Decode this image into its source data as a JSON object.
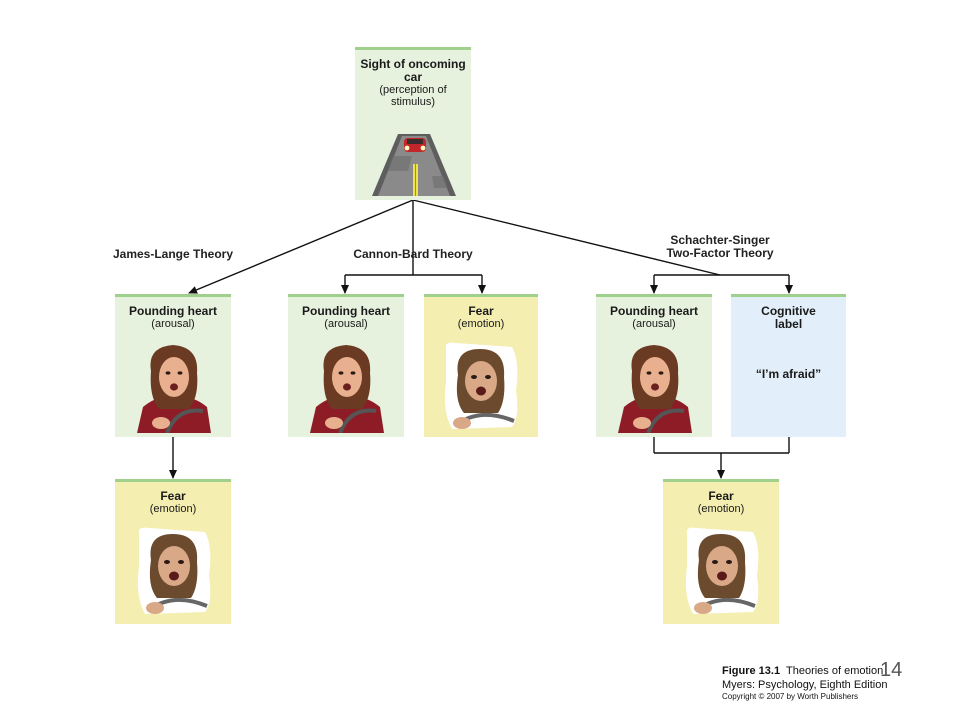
{
  "top_box": {
    "title_line1": "Sight of oncoming",
    "title_line2": "car",
    "sub_line1": "(perception of",
    "sub_line2": "stimulus)"
  },
  "theories": {
    "james_lange": "James-Lange Theory",
    "cannon_bard": "Cannon-Bard Theory",
    "schachter_line1": "Schachter-Singer",
    "schachter_line2": "Two-Factor Theory"
  },
  "arousal": {
    "title": "Pounding heart",
    "sub": "(arousal)"
  },
  "fear": {
    "title": "Fear",
    "sub": "(emotion)"
  },
  "cognitive": {
    "title_line1": "Cognitive",
    "title_line2": "label",
    "quote": "“I’m afraid”"
  },
  "caption": {
    "figure_label": "Figure 13.1",
    "figure_text": "Theories of emotion",
    "book": "Myers: Psychology, Eighth Edition",
    "copyright": "Copyright © 2007 by Worth Publishers"
  },
  "page_number": "14",
  "colors": {
    "green_box": "#e6f1de",
    "yellow_box": "#f4eeb0",
    "blue_box": "#e2eef9",
    "top_rule": "#9fd08c"
  }
}
